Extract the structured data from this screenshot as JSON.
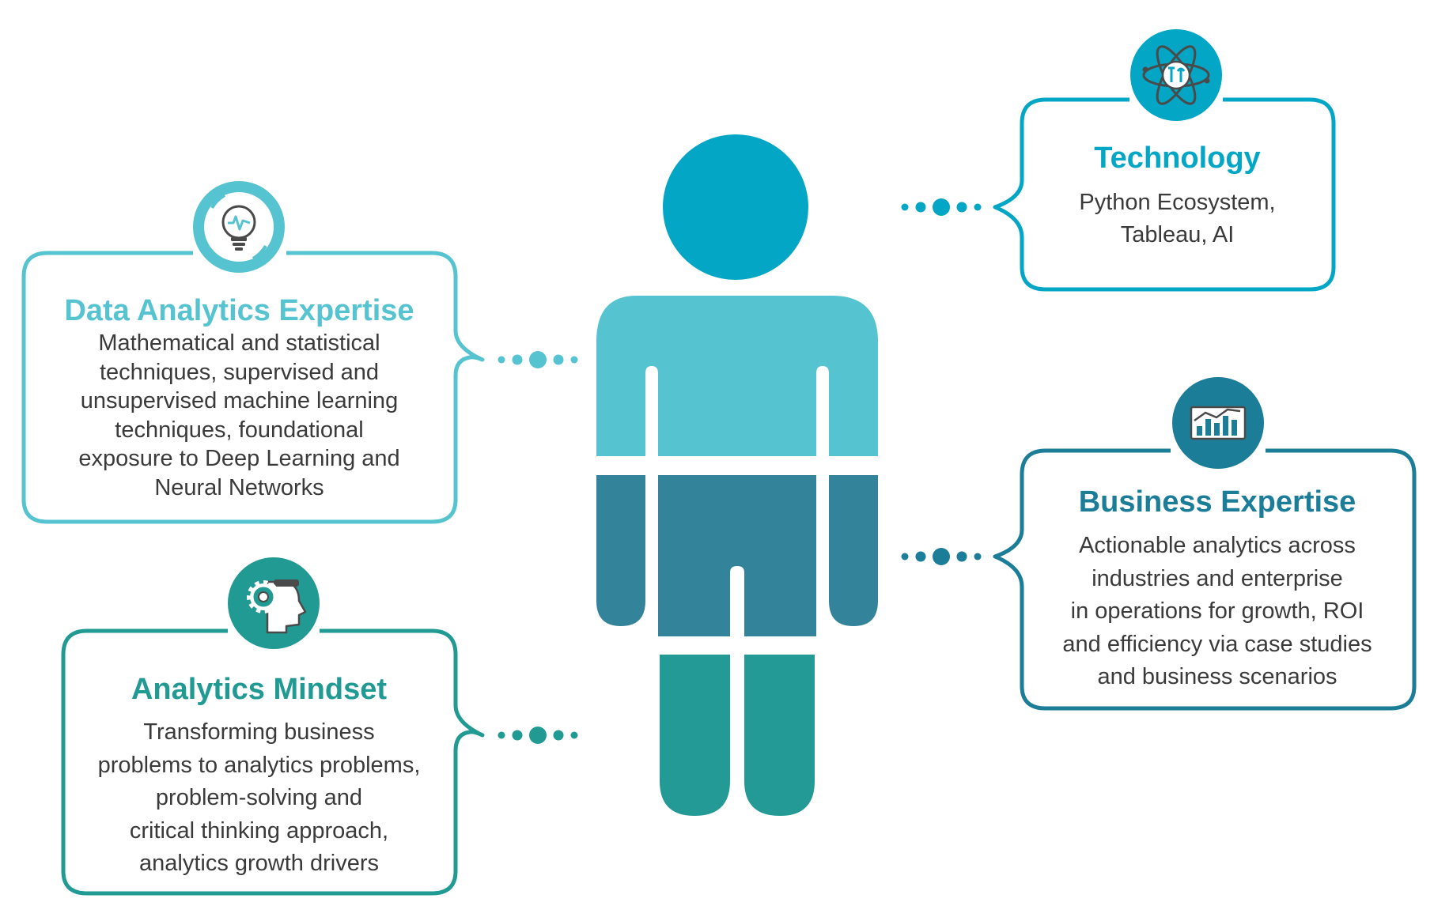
{
  "colors": {
    "head": "#03a6c4",
    "torso": "#56c3d0",
    "hips": "#33849b",
    "legs": "#239a95",
    "data_analytics": "#56c3d0",
    "technology": "#03a6c4",
    "business": "#1c7d99",
    "mindset": "#219a93",
    "body_text": "#3a3a3a"
  },
  "cards": {
    "data_analytics": {
      "title": "Data Analytics Expertise",
      "body": "Mathematical and statistical\ntechniques, supervised and\nunsupervised machine learning\ntechniques, foundational\nexposure to Deep Learning and\nNeural Networks",
      "icon": "lightbulb-icon"
    },
    "technology": {
      "title": "Technology",
      "body": "Python Ecosystem,\nTableau, AI",
      "icon": "atom-tools-icon"
    },
    "business": {
      "title": "Business Expertise",
      "body": "Actionable analytics across\nindustries and enterprise\nin operations for growth, ROI\nand efficiency via case studies\nand business scenarios",
      "icon": "growth-chart-icon"
    },
    "mindset": {
      "title": "Analytics Mindset",
      "body": "Transforming business\nproblems to analytics problems,\nproblem-solving and\ncritical thinking approach,\nanalytics growth drivers",
      "icon": "head-gear-icon"
    }
  }
}
